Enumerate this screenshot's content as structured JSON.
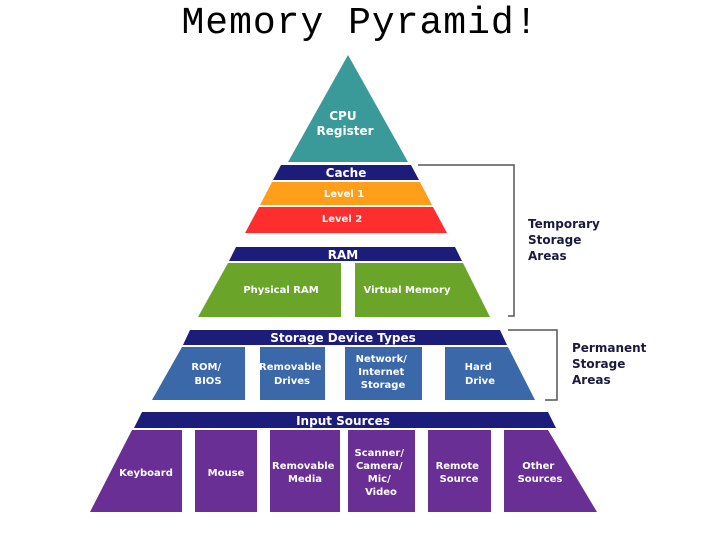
{
  "title": "Memory Pyramid!",
  "pyramid": {
    "cpu": "CPU Register",
    "cache": {
      "label": "Cache",
      "level1": "Level 1",
      "level2": "Level 2"
    },
    "ram": {
      "label": "RAM",
      "physical": "Physical RAM",
      "virtual": "Virtual Memory"
    },
    "storage": {
      "label": "Storage Device Types",
      "items": [
        "ROM/ BIOS",
        "Removable Drives",
        "Network/ Internet Storage",
        "Hard Drive"
      ]
    },
    "input": {
      "label": "Input Sources",
      "items": [
        "Keyboard",
        "Mouse",
        "Removable Media",
        "Scanner/ Camera/ Mic/ Video",
        "Remote Source",
        "Other Sources"
      ]
    }
  },
  "brackets": {
    "temporary": "Temporary Storage Areas",
    "permanent": "Permanent Storage Areas"
  },
  "colors": {
    "navy": "#1c1c7a",
    "cpu": "#3a9a9a",
    "level1": "#ff9e1a",
    "level2": "#ff2e2e",
    "ram": "#6aa52a",
    "storage": "#3a68a8",
    "input": "#6a2f95"
  }
}
